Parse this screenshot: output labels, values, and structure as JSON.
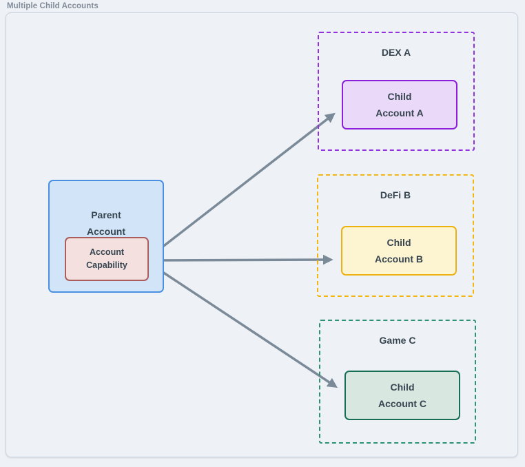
{
  "title": "Multiple Child Accounts",
  "parent_node": {
    "label": "Parent\nAccount",
    "capability_label": "Account\nCapability",
    "fill": "#d2e4f8",
    "border": "#4a90e2",
    "capability_fill": "#f3e0df",
    "capability_border": "#aa5d5c"
  },
  "groups": [
    {
      "label": "DEX A",
      "child_label": "Child\nAccount A",
      "dash_color": "#9032dd",
      "child_border": "#8c1fd9",
      "child_fill": "#ebd9f9"
    },
    {
      "label": "DeFi B",
      "child_label": "Child\nAccount B",
      "dash_color": "#f0b612",
      "child_border": "#edb20e",
      "child_fill": "#fdf4d2"
    },
    {
      "label": "Game C",
      "child_label": "Child\nAccount C",
      "dash_color": "#2d9173",
      "child_border": "#176e55",
      "child_fill": "#d8e8e1"
    }
  ],
  "arrows": {
    "color": "#7b8a98",
    "from": "Account Capability",
    "to": [
      "Child Account A",
      "Child Account B",
      "Child Account C"
    ]
  },
  "text_color": "#36454f",
  "frame_background": "#eef2f6"
}
